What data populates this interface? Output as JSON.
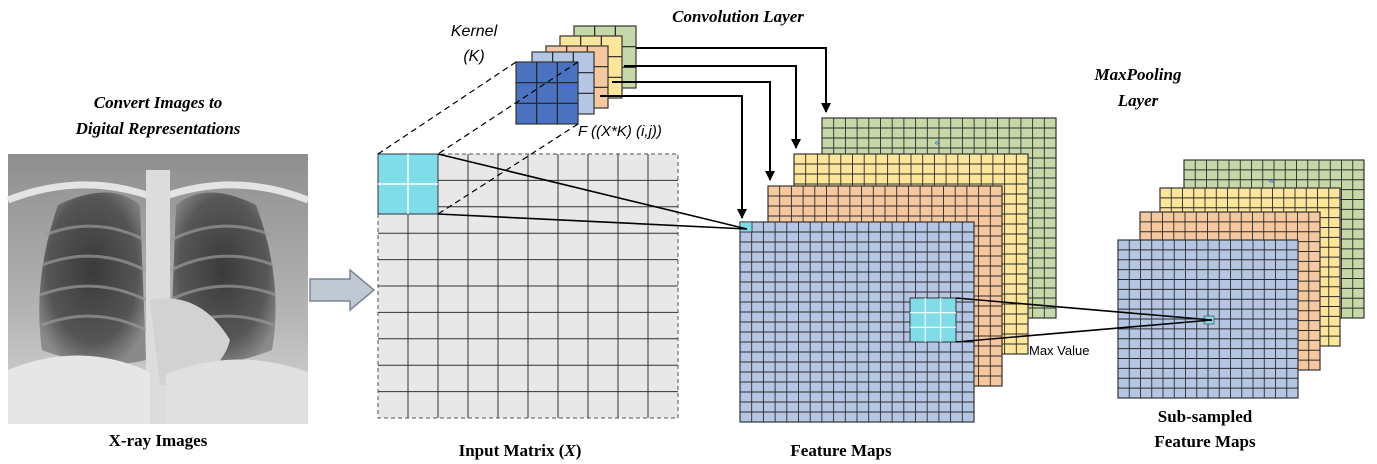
{
  "labels": {
    "convert_line1": "Convert Images to",
    "convert_line2": "Digital Representations",
    "xray": "X-ray Images",
    "kernel_line1": "Kernel",
    "kernel_line2": "(K)",
    "conv_layer": "Convolution Layer",
    "formula": "F ((X*K) (i,j))",
    "maxpool_line1": "MaxPooling",
    "maxpool_line2": "Layer",
    "input_matrix_prefix": "Input Matrix (",
    "input_matrix_var": "X",
    "input_matrix_suffix": ")",
    "feature_maps": "Feature Maps",
    "max_value": "Max Value",
    "subsampled_line1": "Sub-sampled",
    "subsampled_line2": "Feature Maps",
    "channel_mark": "«"
  },
  "colors": {
    "green": "#c6d8a8",
    "yellow": "#fde69a",
    "orange": "#f5c8a0",
    "blue": "#b4c6e4",
    "kernel_front": "#4a72c0",
    "highlight": "#7fdde9",
    "input_grid": "#e8e8e8",
    "arrow_fill": "#c0c8d4"
  }
}
